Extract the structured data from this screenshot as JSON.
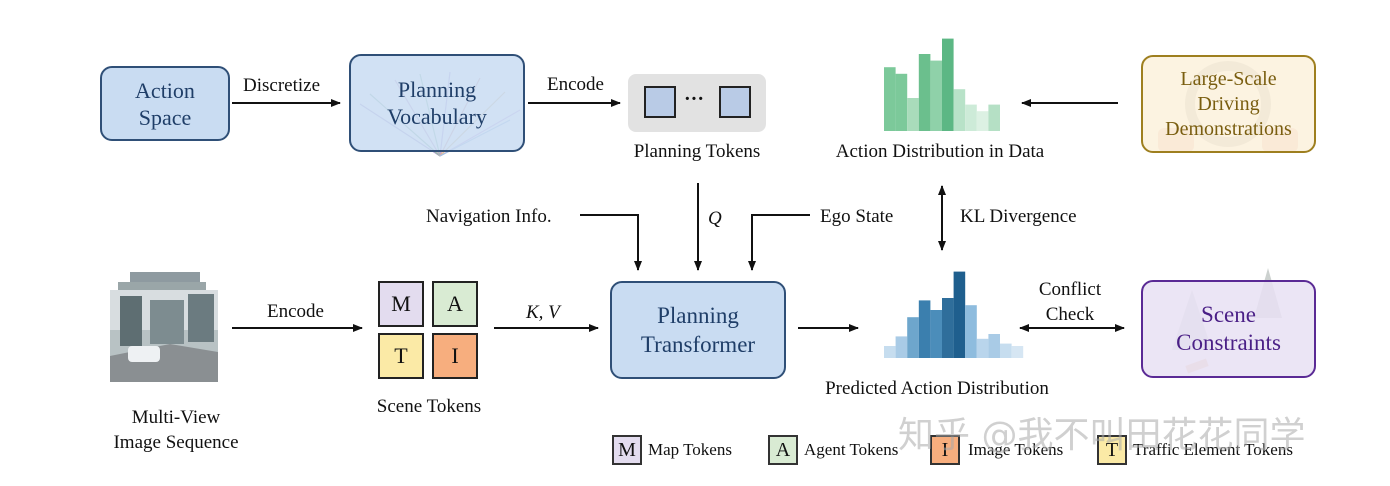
{
  "boxes": {
    "action_space": "Action\nSpace",
    "planning_vocabulary": "Planning\nVocabulary",
    "large_scale": "Large-Scale\nDriving\nDemonstrations",
    "planning_transformer": "Planning\nTransformer",
    "scene_constraints": "Scene\nConstraints"
  },
  "labels": {
    "discretize": "Discretize",
    "encode_top": "Encode",
    "planning_tokens": "Planning Tokens",
    "ellipsis": "···",
    "action_distribution": "Action Distribution in Data",
    "navigation_info": "Navigation Info.",
    "q": "Q",
    "ego_state": "Ego State",
    "kl_divergence": "KL Divergence",
    "encode_bottom": "Encode",
    "kv": "K, V",
    "conflict_check": "Conflict\nCheck",
    "multi_view": "Multi-View\nImage Sequence",
    "scene_tokens": "Scene Tokens",
    "predicted_distribution": "Predicted Action Distribution"
  },
  "scene_tokens": [
    {
      "letter": "M",
      "color": "#e3dcef"
    },
    {
      "letter": "A",
      "color": "#d9ebd3"
    },
    {
      "letter": "T",
      "color": "#fbeaa6"
    },
    {
      "letter": "I",
      "color": "#f7ae7e"
    }
  ],
  "legend": [
    {
      "letter": "M",
      "label": "Map Tokens",
      "color": "#e3dcef"
    },
    {
      "letter": "A",
      "label": "Agent Tokens",
      "color": "#d9ebd3"
    },
    {
      "letter": "I",
      "label": "Image Tokens",
      "color": "#f7ae7e"
    },
    {
      "letter": "T",
      "label": "Traffic Element Tokens",
      "color": "#fbeaa6"
    }
  ],
  "histograms": {
    "data_distribution": {
      "values": [
        58,
        52,
        30,
        70,
        64,
        84,
        38,
        24,
        18,
        24
      ],
      "colors": [
        "#7cc99a",
        "#7cc99a",
        "#a9dcbb",
        "#6bbf8d",
        "#8fd1a9",
        "#5cb784",
        "#b8e2c8",
        "#cdebd8",
        "#dcf1e3",
        "#b5e0c5"
      ]
    },
    "predicted_distribution": {
      "values": [
        10,
        18,
        34,
        48,
        40,
        50,
        72,
        44,
        16,
        20,
        12,
        10
      ],
      "colors": [
        "#c6ddef",
        "#a9cbe6",
        "#6ea6cc",
        "#3b7fae",
        "#4b8dba",
        "#2f6e9b",
        "#1f5f8e",
        "#8ebcde",
        "#b9d5ec",
        "#a9cbe6",
        "#c6ddef",
        "#d6e6f3"
      ]
    }
  },
  "watermark": "知乎 @我不叫田花花同学",
  "colors": {
    "blue_box": "#c9dcf2",
    "gold_box": "#fbf1dc",
    "purple_box": "#e8e0f3",
    "planning_token_bg": "#e2e2e2",
    "planning_token": "#b9cbe6"
  }
}
